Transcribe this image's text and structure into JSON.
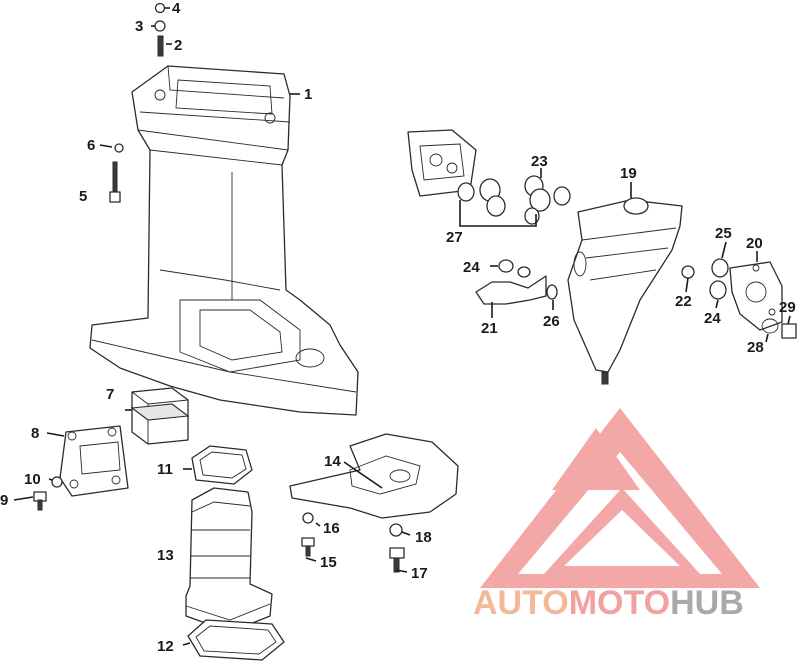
{
  "callouts": [
    "1",
    "2",
    "3",
    "4",
    "5",
    "6",
    "7",
    "8",
    "9",
    "10",
    "11",
    "12",
    "13",
    "14",
    "15",
    "16",
    "17",
    "18",
    "19",
    "20",
    "21",
    "22",
    "23",
    "24",
    "24",
    "25",
    "26",
    "27",
    "28",
    "29"
  ],
  "watermark": {
    "part1": "AUTO",
    "part2": "MOTO",
    "part3": "HUB",
    "color_auto": "#f5b896",
    "color_moto": "#f2a0a0",
    "color_hub": "#a9a9a9",
    "logo_color": "#f08a8a"
  }
}
